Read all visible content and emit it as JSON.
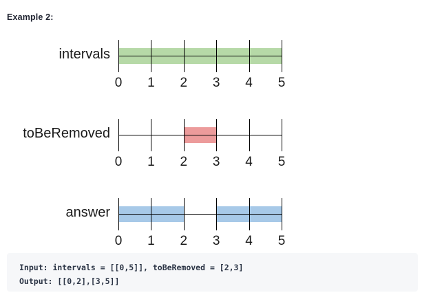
{
  "heading": "Example 2:",
  "geometry": {
    "tick_start_x": 172,
    "tick_spacing": 47.4,
    "axis_min": 0,
    "axis_max": 5
  },
  "colors": {
    "intervals_band": "#b6d9a7",
    "toberemoved_band": "#ec9b9b",
    "answer_band": "#a7c9e8",
    "axis": "#000000",
    "heading_text": "#1f2330",
    "label_text": "#1a1a1a",
    "code_background": "#f6f7f9",
    "code_text": "#2b3445"
  },
  "rows": [
    {
      "label": "intervals",
      "band_color": "#b6d9a7",
      "bands": [
        [
          0,
          5
        ]
      ],
      "ticks": [
        "0",
        "1",
        "2",
        "3",
        "4",
        "5"
      ]
    },
    {
      "label": "toBeRemoved",
      "band_color": "#ec9b9b",
      "bands": [
        [
          2,
          3
        ]
      ],
      "ticks": [
        "0",
        "1",
        "2",
        "3",
        "4",
        "5"
      ]
    },
    {
      "label": "answer",
      "band_color": "#a7c9e8",
      "bands": [
        [
          0,
          2
        ],
        [
          3,
          5
        ]
      ],
      "ticks": [
        "0",
        "1",
        "2",
        "3",
        "4",
        "5"
      ]
    }
  ],
  "code": {
    "input_line": "Input: intervals = [[0,5]], toBeRemoved = [2,3]",
    "output_line": "Output: [[0,2],[3,5]]"
  },
  "chart_data": {
    "type": "bar",
    "title": "Example 2:",
    "xlabel": "",
    "ylabel": "",
    "xlim": [
      0,
      5
    ],
    "categories": [
      "intervals",
      "toBeRemoved",
      "answer"
    ],
    "series": [
      {
        "name": "intervals",
        "intervals": [
          [
            0,
            5
          ]
        ],
        "color": "#b6d9a7"
      },
      {
        "name": "toBeRemoved",
        "intervals": [
          [
            2,
            3
          ]
        ],
        "color": "#ec9b9b"
      },
      {
        "name": "answer",
        "intervals": [
          [
            0,
            2
          ],
          [
            3,
            5
          ]
        ],
        "color": "#a7c9e8"
      }
    ],
    "tick_labels": [
      "0",
      "1",
      "2",
      "3",
      "4",
      "5"
    ],
    "grid": false,
    "legend": "none"
  }
}
